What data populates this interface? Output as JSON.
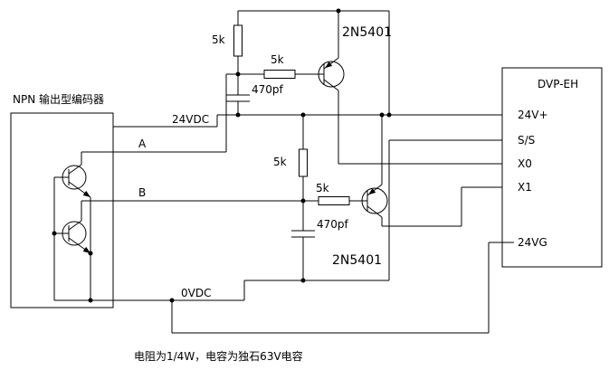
{
  "colors": {
    "background": "#ffffff",
    "line": "#000000"
  },
  "diagram": {
    "note": "电阻为1/4W，电容为独石63V电容",
    "encoder": {
      "title": "NPN 输出型编码器",
      "power_label": "24VDC",
      "signal_a": "A",
      "signal_b": "B",
      "ground_label": "0VDC"
    },
    "components": {
      "r1": "5k",
      "r2": "5k",
      "r3": "5k",
      "r4": "5k",
      "c1": "470pf",
      "c2": "470pf",
      "q1": "2N5401",
      "q2": "2N5401"
    },
    "plc": {
      "title": "DVP-EH",
      "terminals": [
        "24V+",
        "S/S",
        "X0",
        "X1",
        "24VG"
      ]
    }
  }
}
